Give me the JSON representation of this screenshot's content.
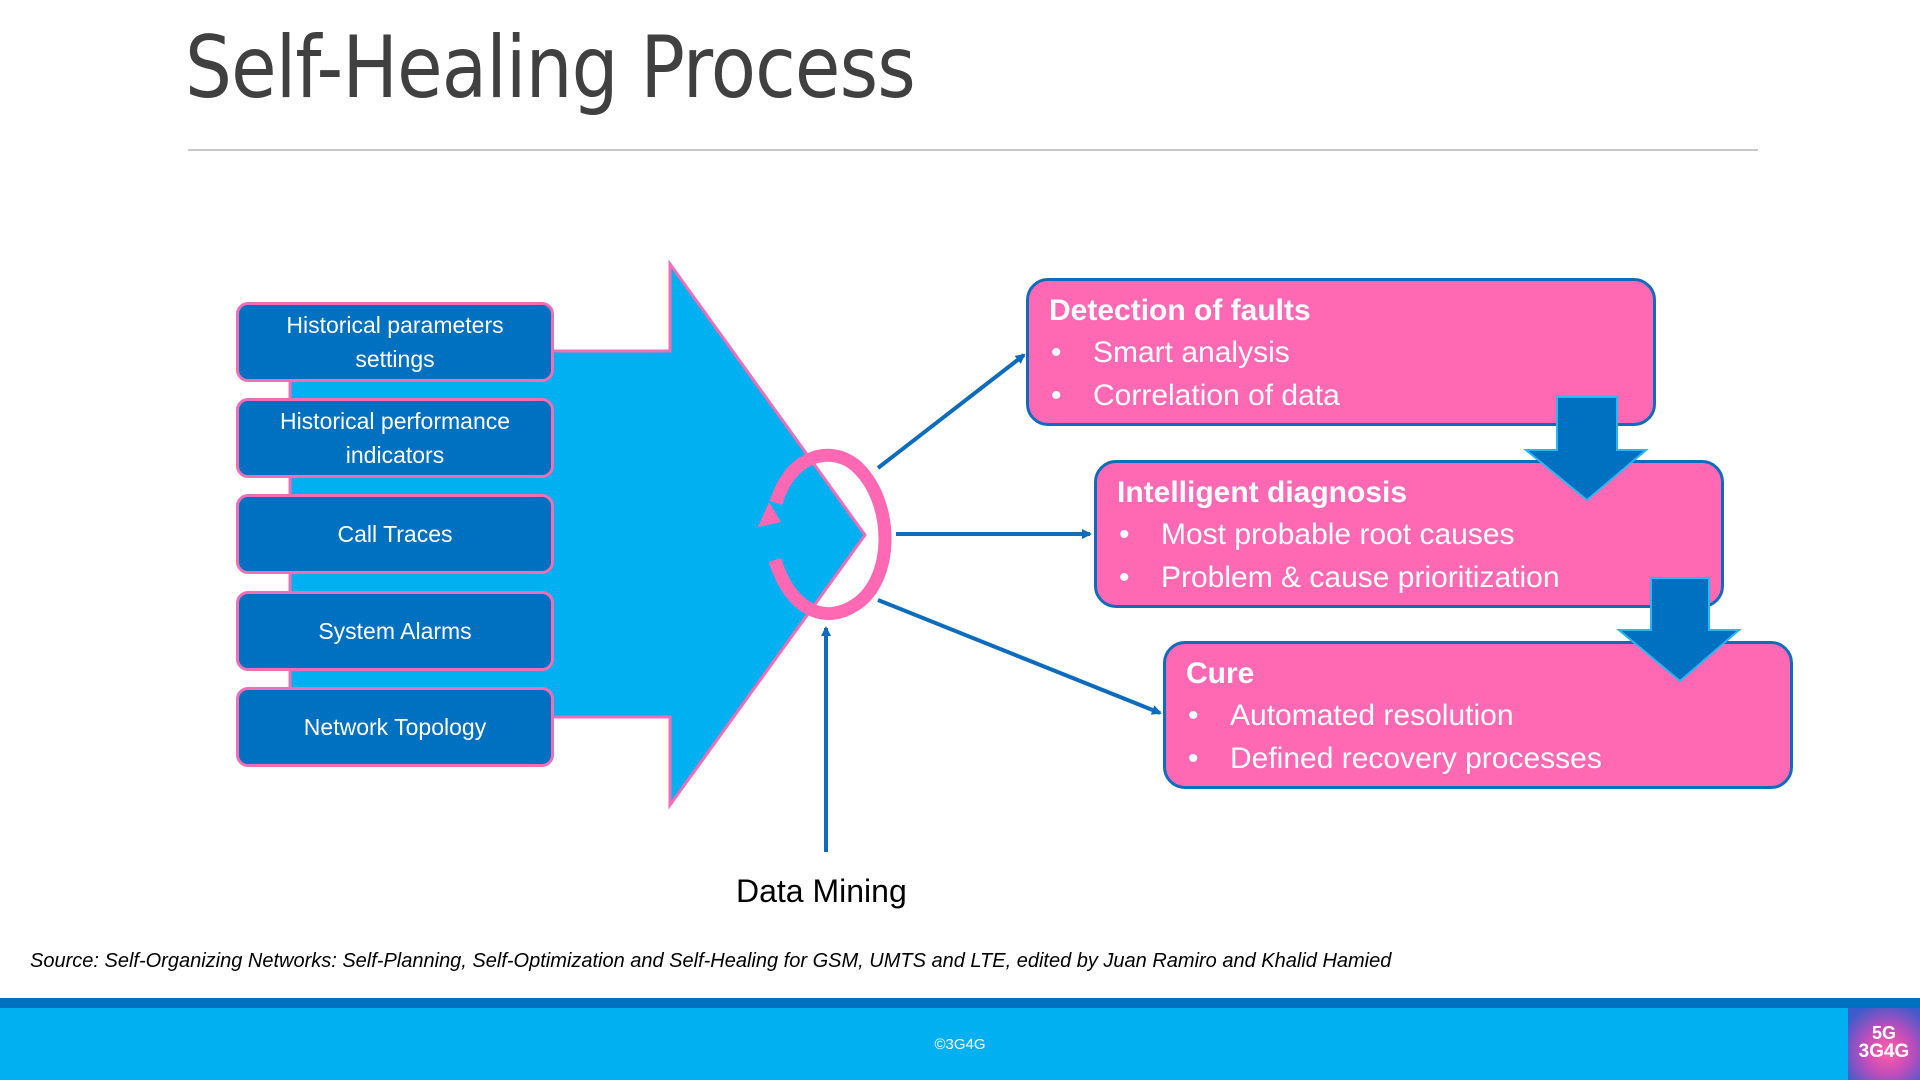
{
  "slide": {
    "title": "Self-Healing Process",
    "inputs": [
      {
        "label": "Historical parameters settings"
      },
      {
        "label": "Historical performance indicators"
      },
      {
        "label": "Call Traces"
      },
      {
        "label": "System Alarms"
      },
      {
        "label": "Network Topology"
      }
    ],
    "cycle_icon": "refresh-cycle-icon",
    "data_mining_label": "Data Mining",
    "stages": [
      {
        "heading": "Detection of faults",
        "bullets": [
          "Smart analysis",
          "Correlation of data"
        ]
      },
      {
        "heading": "Intelligent diagnosis",
        "bullets": [
          "Most probable root causes",
          "Problem & cause prioritization"
        ]
      },
      {
        "heading": "Cure",
        "bullets": [
          "Automated resolution",
          "Defined recovery processes"
        ]
      }
    ],
    "bullet_char": "•",
    "source": "Source: Self-Organizing Networks: Self-Planning, Self-Optimization and Self-Healing for GSM, UMTS and LTE, edited by Juan Ramiro and Khalid Hamied",
    "footer": {
      "copyright": "©3G4G",
      "logo_top": "5G",
      "logo_bottom": "3G4G"
    },
    "colors": {
      "dark_blue": "#0070c0",
      "light_blue": "#00b0f0",
      "pink": "#ff69b4",
      "pink_border": "#f06eb5",
      "title_gray": "#404040"
    }
  }
}
